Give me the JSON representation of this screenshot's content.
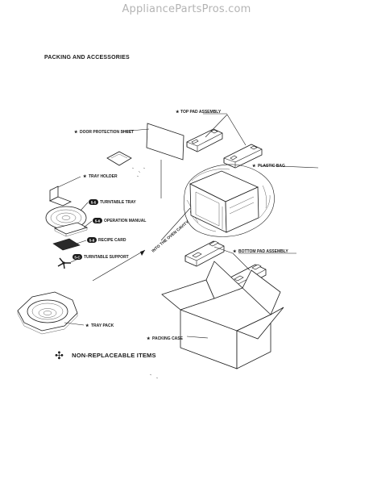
{
  "watermark": "AppliancePartsPros.com",
  "title": "PACKING AND ACCESSORIES",
  "labels": {
    "top_pad_assembly": "TOP PAD ASSEMBLY",
    "door_protection_sheet": "DOOR PROTECTION SHEET",
    "plastic_bag": "PLASTIC BAG",
    "tray_holder": "TRAY HOLDER",
    "turntable_tray": "TURNTABLE TRAY",
    "operation_manual": "OPERATION MANUAL",
    "recipe_card": "RECIPE CARD",
    "turntable_support": "TURNTABLE SUPPORT",
    "into_the_oven_cavity": "INTO THE OVEN CAVITY",
    "bottom_pad_assembly": "BOTTOM PAD ASSEMBLY",
    "tray_pack": "TRAY PACK",
    "packing_case": "PACKING CASE"
  },
  "badges": {
    "turntable_tray": "5-5",
    "operation_manual": "5-6",
    "recipe_card": "5-8",
    "turntable_support": "5-C"
  },
  "legend": {
    "symbol": "✣",
    "text": "NON-REPLACEABLE ITEMS"
  },
  "star": "★"
}
